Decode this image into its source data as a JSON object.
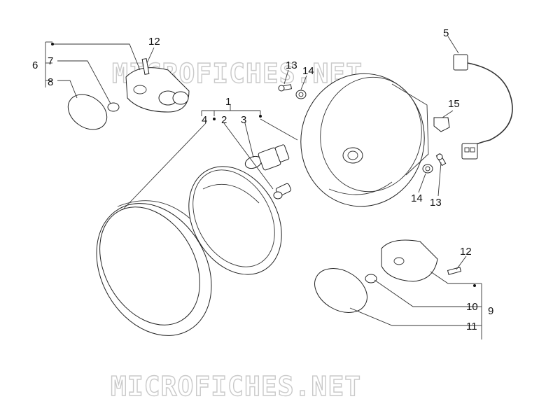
{
  "diagram": {
    "watermark_top": "MICROFICHES.NET",
    "watermark_bottom": "MICROFICHES.NET",
    "callouts": {
      "c1": "1",
      "c2": "2",
      "c3": "3",
      "c4": "4",
      "c5": "5",
      "c6": "6",
      "c7": "7",
      "c8": "8",
      "c9": "9",
      "c10": "10",
      "c11": "11",
      "c12a": "12",
      "c12b": "12",
      "c13a": "13",
      "c13b": "13",
      "c14a": "14",
      "c14b": "14",
      "c15": "15"
    },
    "parts": {
      "headlight_housing": "headlight-housing",
      "headlight_trim_ring": "trim-ring",
      "headlight_lens": "headlight-lens",
      "main_bulb": "halogen-bulb",
      "small_bulb": "parking-bulb",
      "wiring_harness": "wiring-harness",
      "turn_signal_left": "turn-signal-left",
      "turn_signal_right": "turn-signal-right"
    }
  }
}
